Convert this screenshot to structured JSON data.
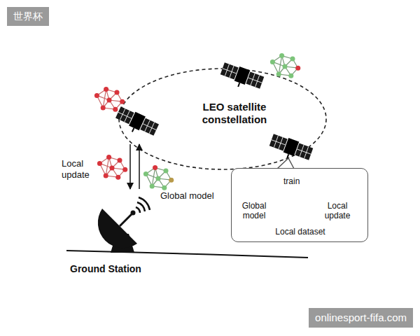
{
  "diagram": {
    "nodes": [
      {
        "text": [
          "世界杯"
        ]
      },
      {
        "text": [
          "Global model",
          "train",
          "Local update",
          "Local dataset"
        ]
      },
      {
        "text": [
          "onlinesport-fifa.com"
        ]
      }
    ],
    "labels": [
      "LEO satellite constellation",
      "Local update",
      "Global model",
      "Ground Station"
    ]
  }
}
